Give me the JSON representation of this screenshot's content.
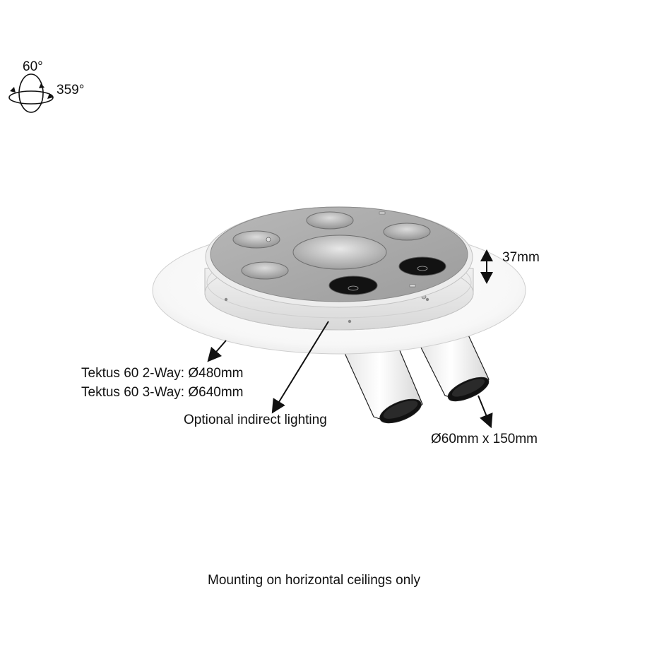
{
  "rotation": {
    "tilt": "60°",
    "pan": "359°",
    "icon": "rotation-icon"
  },
  "dimensions": {
    "height": "37mm",
    "two_way": "Tektus 60 2-Way: Ø480mm",
    "three_way": "Tektus 60 3-Way: Ø640mm",
    "spot": "Ø60mm x 150mm"
  },
  "callouts": {
    "indirect": "Optional indirect lighting"
  },
  "footer": {
    "note": "Mounting on horizontal ceilings only"
  },
  "colors": {
    "line": "#111111",
    "plate_grey": "#a9a9a9",
    "disc_white": "#ffffff"
  }
}
